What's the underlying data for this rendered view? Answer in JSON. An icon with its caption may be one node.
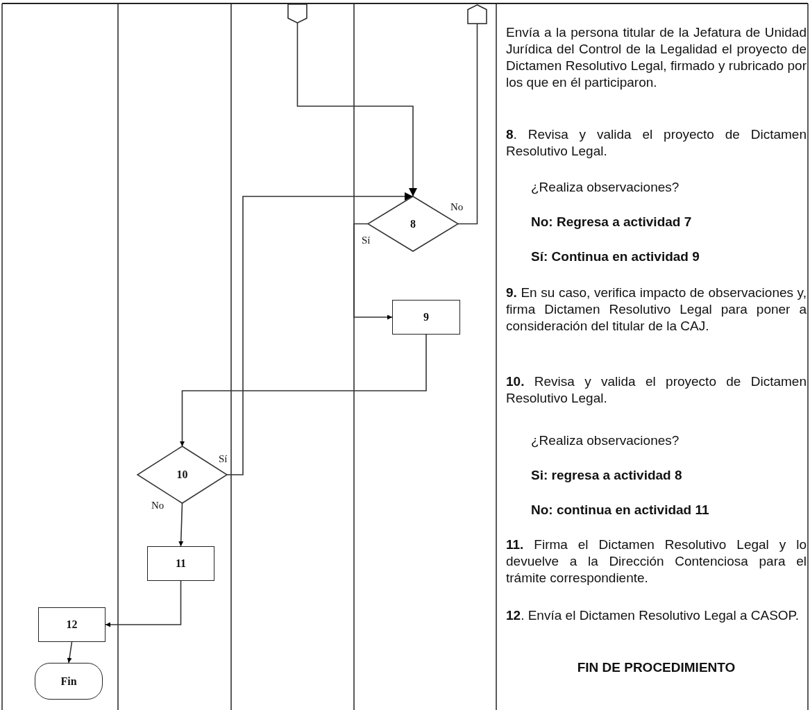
{
  "diagram": {
    "nodes": [
      {
        "text": [],
        "shape": "pentagon"
      },
      {
        "text": [],
        "shape": "pentagon"
      },
      {
        "text": [
          "8"
        ]
      },
      {
        "text": [
          "9"
        ]
      },
      {
        "text": [
          "10"
        ]
      },
      {
        "text": [
          "11"
        ]
      },
      {
        "text": [
          "12"
        ]
      },
      {
        "text": [
          "Fin"
        ]
      }
    ],
    "edges": [
      {
        "from": 0,
        "to": 2,
        "arrow": "to"
      },
      {
        "from": 2,
        "to": 1,
        "label": "No",
        "arrow": "none"
      },
      {
        "from": 2,
        "to": 3,
        "label": "Sí",
        "arrow": "to"
      },
      {
        "from": 3,
        "to": 4,
        "arrow": "to"
      },
      {
        "from": 4,
        "to": 2,
        "label": "Sí",
        "arrow": "to"
      },
      {
        "from": 4,
        "to": 5,
        "label": "No",
        "arrow": "to"
      },
      {
        "from": 5,
        "to": 6,
        "arrow": "to"
      },
      {
        "from": 6,
        "to": 7,
        "arrow": "to"
      }
    ],
    "labels": [
      "Envía a la persona titular de la Jefatura de Unidad Jurídica del Control de la Legalidad el proyecto de Dictamen Resolutivo Legal, firmado y rubricado por los que en él participaron.",
      "**8**. Revisa y valida el proyecto de Dictamen Resolutivo Legal.",
      "¿Realiza observaciones?",
      "No: Regresa a actividad 7",
      "Sí: Continua en actividad 9",
      "**9.** En su caso, verifica impacto de observaciones y, firma Dictamen Resolutivo Legal para poner a consideración del titular de la CAJ.",
      "**10.** Revisa y valida el proyecto de Dictamen Resolutivo Legal.",
      "¿Realiza observaciones?",
      "Si: regresa a actividad 8",
      "No: continua en actividad 11",
      "**11.** Firma el Dictamen Resolutivo Legal y lo devuelve a la Dirección Contenciosa para el trámite correspondiente.",
      "**12**. Envía el Dictamen Resolutivo Legal a CASOP.",
      "FIN DE PROCEDIMIENTO"
    ]
  }
}
